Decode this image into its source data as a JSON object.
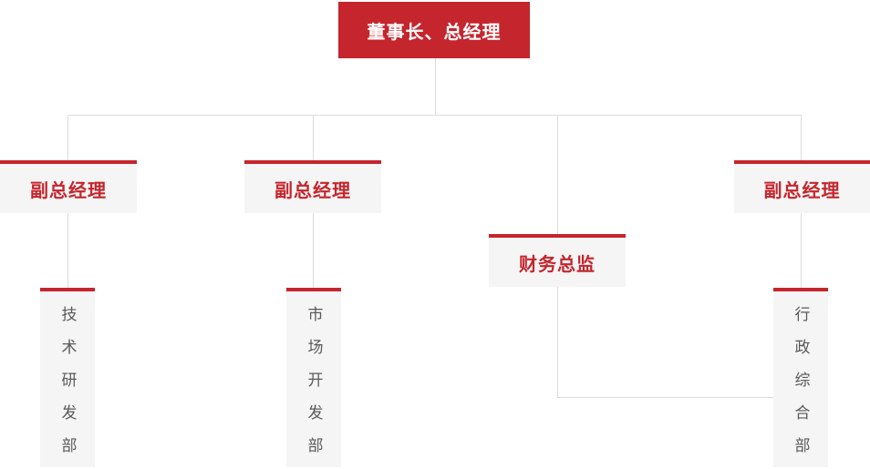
{
  "org": {
    "root": {
      "label": "董事长、总经理"
    },
    "level2": [
      {
        "id": "deputy-gm-left",
        "label": "副总经理"
      },
      {
        "id": "deputy-gm-mid",
        "label": "副总经理"
      },
      {
        "id": "finance-director",
        "label": "财务总监"
      },
      {
        "id": "deputy-gm-right",
        "label": "副总经理"
      }
    ],
    "level3": [
      {
        "id": "tech-rd-dept",
        "label": "技术研发部"
      },
      {
        "id": "market-dev-dept",
        "label": "市场开发部"
      },
      {
        "id": "admin-general-dept",
        "label": "行政综合部"
      }
    ],
    "colors": {
      "primary_red": "#c5252d",
      "node_background": "#f5f5f5",
      "connector_line": "#dcdcdc",
      "department_text": "#595959",
      "root_text": "#ffffff"
    }
  }
}
